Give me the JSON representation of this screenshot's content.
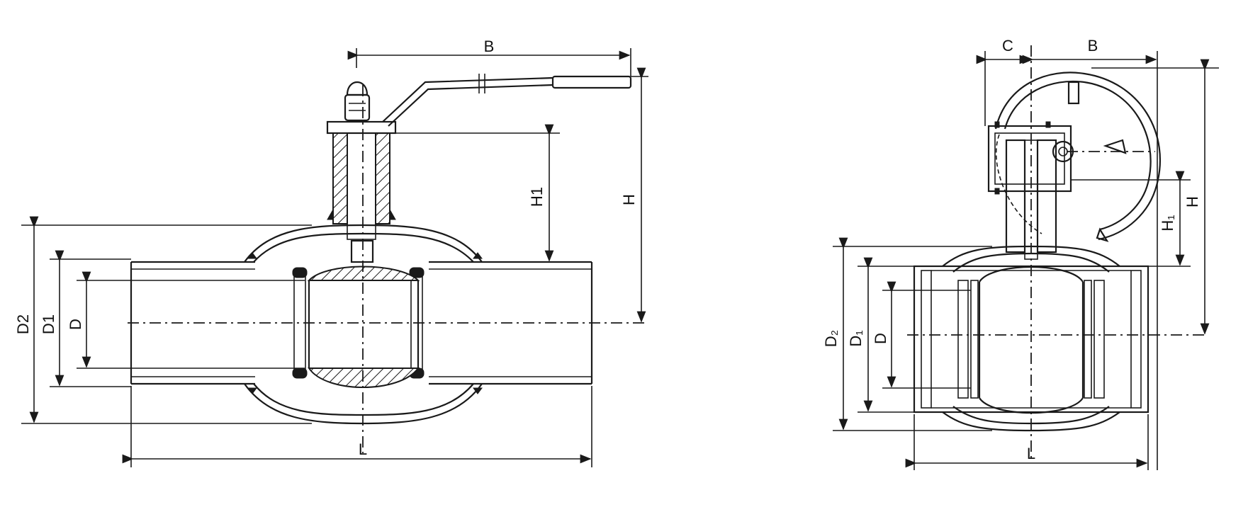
{
  "figures": [
    {
      "view": "manual-handle",
      "labels": {
        "B": "B",
        "H": "H",
        "H1": "H1",
        "D": "D",
        "D1": "D1",
        "D2": "D2",
        "L": "L"
      }
    },
    {
      "view": "gear-operator",
      "labels": {
        "C": "C",
        "B": "B",
        "H": "H",
        "H1": "H₁",
        "D": "D",
        "D1": "D₁",
        "D2": "D₂",
        "L": "L"
      }
    }
  ]
}
